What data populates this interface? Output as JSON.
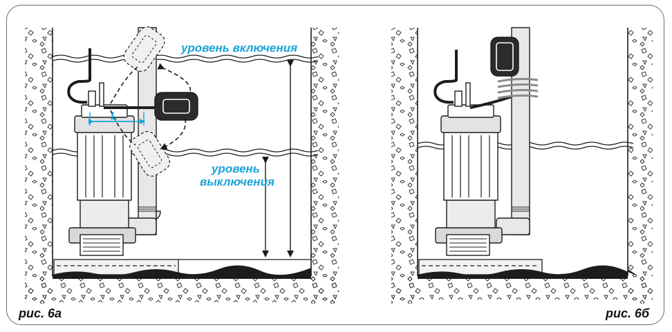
{
  "figure_a": {
    "label_on_level": "уровень включения",
    "label_off_level_line1": "уровень",
    "label_off_level_line2": "выключения",
    "label_L": "L",
    "caption": "рис. 6а"
  },
  "figure_b": {
    "caption": "рис. 6б"
  },
  "colors": {
    "accent": "#1aa3d9",
    "line": "#1c1c1c",
    "float_fill": "#2b2b2b",
    "frame": "#6a6a6a"
  }
}
